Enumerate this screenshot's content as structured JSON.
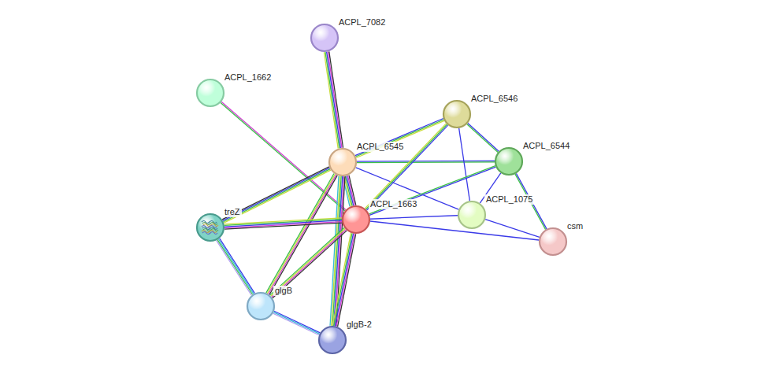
{
  "diagram": {
    "nodes": [
      {
        "text": [
          "ACPL_7082"
        ]
      },
      {
        "text": [
          "ACPL_1662"
        ]
      },
      {
        "text": [
          "ACPL_6546"
        ]
      },
      {
        "text": [
          "ACPL_6545"
        ]
      },
      {
        "text": [
          "ACPL_6544"
        ]
      },
      {
        "text": [
          "treZ"
        ]
      },
      {
        "text": [
          "ACPL_1663"
        ]
      },
      {
        "text": [
          "ACPL_1075"
        ]
      },
      {
        "text": [
          "csm"
        ]
      },
      {
        "text": [
          "glgB"
        ]
      },
      {
        "text": [
          "glgB-2"
        ]
      }
    ],
    "edges": [
      {
        "from": 0,
        "to": 3,
        "arrow": "none"
      },
      {
        "from": 1,
        "to": 6,
        "arrow": "none"
      },
      {
        "from": 3,
        "to": 2,
        "arrow": "none"
      },
      {
        "from": 3,
        "to": 4,
        "arrow": "none"
      },
      {
        "from": 3,
        "to": 7,
        "arrow": "none"
      },
      {
        "from": 3,
        "to": 5,
        "arrow": "none"
      },
      {
        "from": 3,
        "to": 6,
        "arrow": "none"
      },
      {
        "from": 3,
        "to": 9,
        "arrow": "none"
      },
      {
        "from": 3,
        "to": 10,
        "arrow": "none"
      },
      {
        "from": 2,
        "to": 4,
        "arrow": "none"
      },
      {
        "from": 2,
        "to": 6,
        "arrow": "none"
      },
      {
        "from": 2,
        "to": 7,
        "arrow": "none"
      },
      {
        "from": 4,
        "to": 6,
        "arrow": "none"
      },
      {
        "from": 4,
        "to": 7,
        "arrow": "none"
      },
      {
        "from": 4,
        "to": 8,
        "arrow": "none"
      },
      {
        "from": 6,
        "to": 5,
        "arrow": "none"
      },
      {
        "from": 6,
        "to": 7,
        "arrow": "none"
      },
      {
        "from": 6,
        "to": 8,
        "arrow": "none"
      },
      {
        "from": 6,
        "to": 9,
        "arrow": "none"
      },
      {
        "from": 6,
        "to": 10,
        "arrow": "none"
      },
      {
        "from": 5,
        "to": 9,
        "arrow": "none"
      },
      {
        "from": 9,
        "to": 10,
        "arrow": "none"
      },
      {
        "from": 7,
        "to": 8,
        "arrow": "none"
      }
    ]
  }
}
